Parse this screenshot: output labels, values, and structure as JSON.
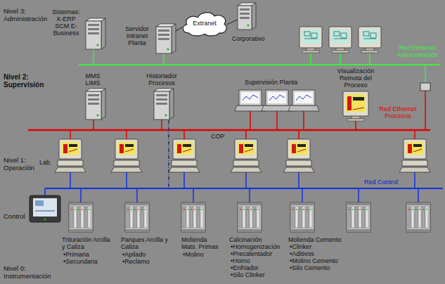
{
  "diagram": {
    "nodes": [
      {
        "text": [
          "Extranet"
        ]
      }
    ],
    "labels": [
      "Nivel 3: Administración",
      "Sistemas: X-ERP SCM E-Business",
      "Servidor Intranet Planta",
      "Corporativo",
      "Red Ethernet Administración",
      "Nivel 2: Supervisión",
      "MMS LIMS",
      "Historiador Procesos",
      "Visualización Remota del Proceso",
      "Supervisión Planta",
      "Red Ethernet Procesos",
      "COP",
      "Nivel 1: Operación",
      "Lab.",
      "Red Control",
      "Control",
      "Trituración Arcilla y Caliza",
      "•Primaria",
      "•Secundaria",
      "Parques Arcilla y Caliza",
      "•Apilado",
      "•Reclamo",
      "Molienda Mats. Primas",
      "•Molino",
      "Calcinación",
      "•Homogenización",
      "•Precalentador",
      "•Horno",
      "•Enfriador",
      "•Silo Clinker",
      "Molienda Cemento",
      "•Clinker",
      "•Aditivos",
      "•Molino Cemento",
      "•Silo Cemento",
      "Nivel 0: Instrumentación"
    ]
  }
}
